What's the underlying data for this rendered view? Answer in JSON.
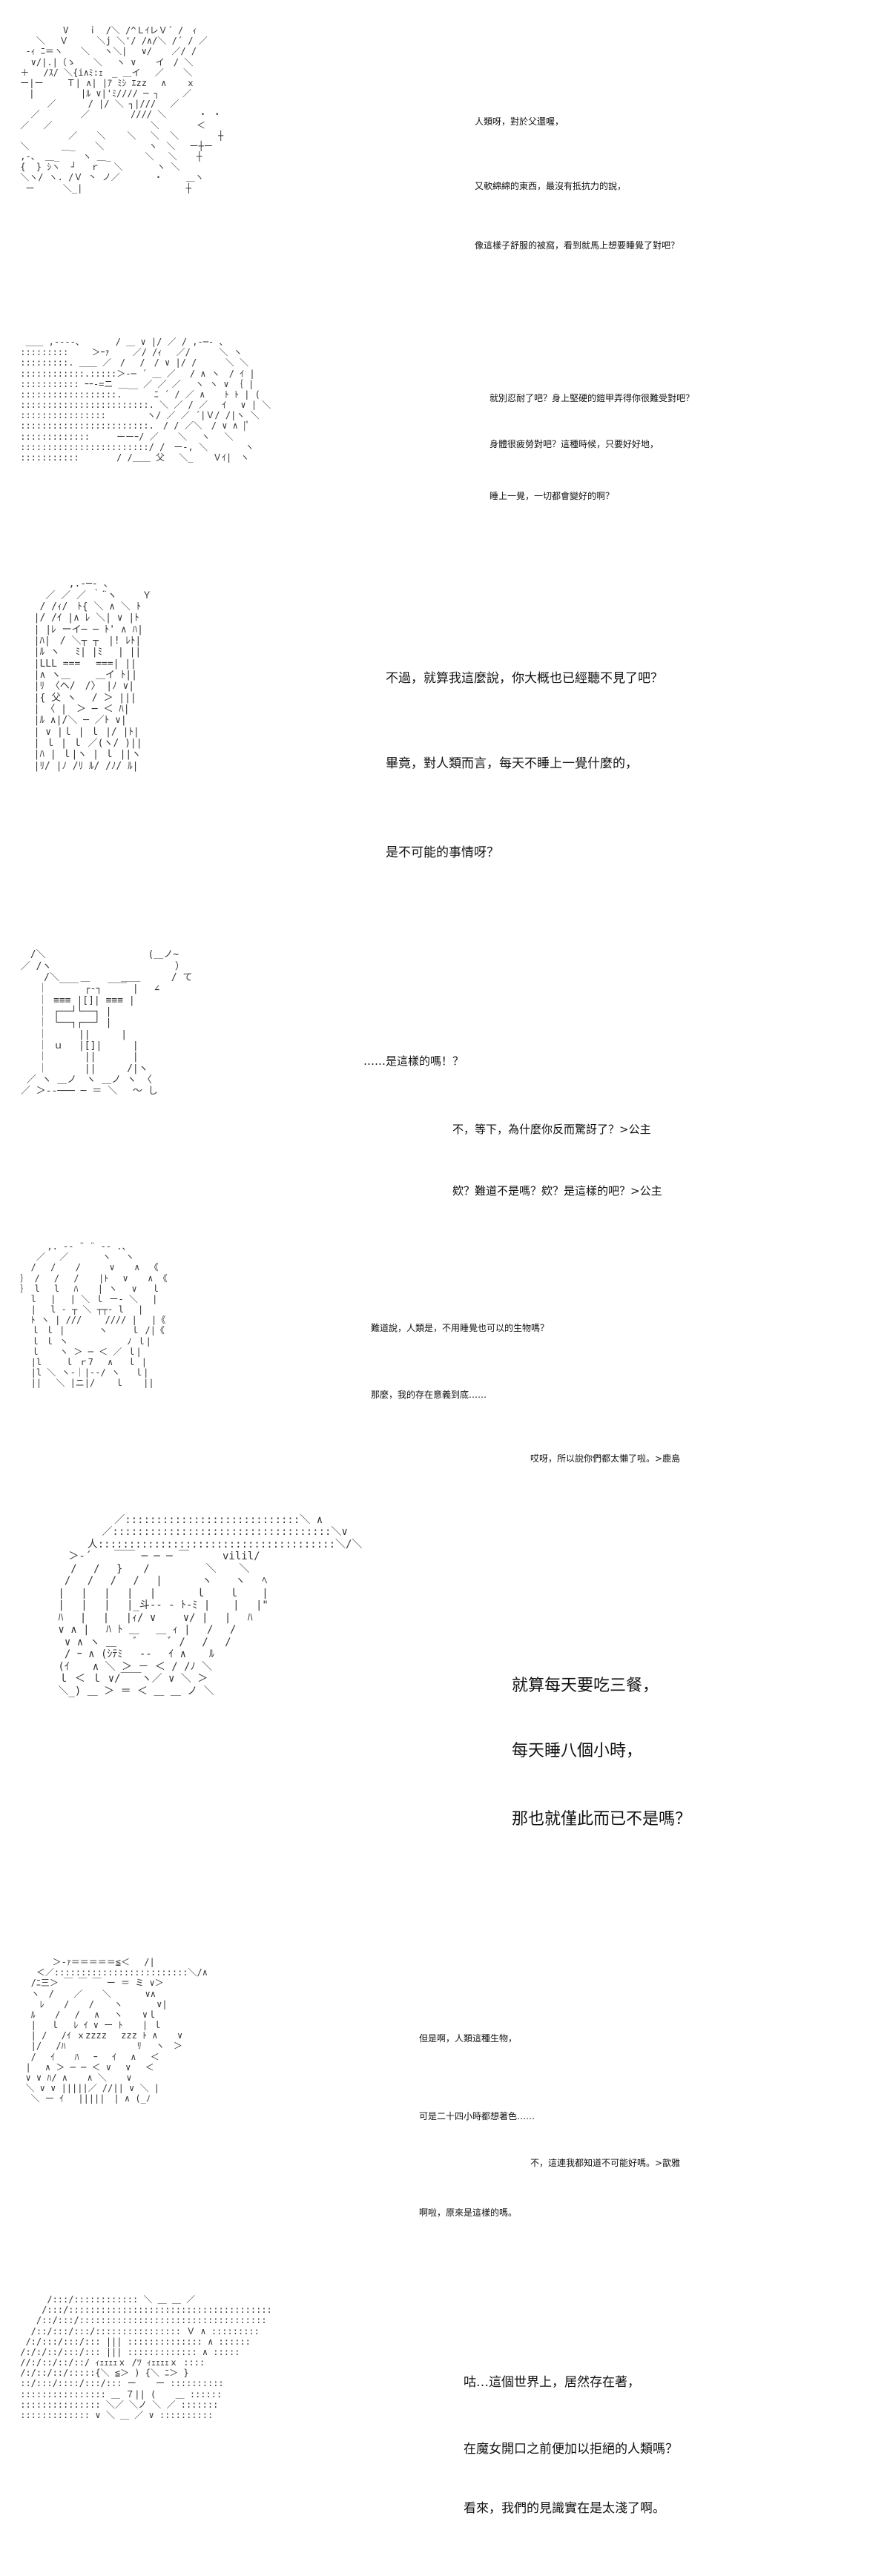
{
  "panels": [
    {
      "lines": [
        "人類呀，對於父還喔，",
        "又軟綿綿的東西，最沒有抵抗力的說，",
        "像這樣子舒服的被窩，看到就馬上想要睡覺了對吧？"
      ]
    },
    {
      "lines": [
        "就別忍耐了吧？身上堅硬的鎧甲弄得你很難受對吧？",
        "身體很疲勞對吧？這種時候，只要好好地，",
        "睡上一覺，一切都會變好的啊？"
      ]
    },
    {
      "lines": [
        "不過，就算我這麼說，你大概也已經聽不見了吧？",
        "畢竟，對人類而言，每天不睡上一覺什麼的，",
        "是不可能的事情呀？"
      ]
    },
    {
      "lines": [
        "……是這樣的嗎！？",
        "不，等下，為什麼你反而驚訝了？>公主",
        "欸？難道不是嗎？欸？是這樣的吧？>公主"
      ]
    },
    {
      "lines": [
        "難道說，人類是，不用睡覺也可以的生物嗎？",
        "那麼，我的存在意義到底……",
        "哎呀，所以說你們都太懶了啦。>鹿島"
      ]
    },
    {
      "lines": [
        "就算每天要吃三餐，",
        "每天睡八個小時，",
        "那也就僅此而已不是嗎？"
      ]
    },
    {
      "lines": [
        "但是啊，人類這種生物，",
        "可是二十四小時都想著色……",
        "不，這連我都知道不可能好嗎。>歆雅",
        "啊啦，原來是這樣的嗎。"
      ]
    },
    {
      "lines": [
        "咕…這個世界上，居然存在著，",
        "在魔女開口之前便加以拒絕的人類嗎？",
        "看來，我們的見識實在是太淺了啊。"
      ]
    }
  ]
}
